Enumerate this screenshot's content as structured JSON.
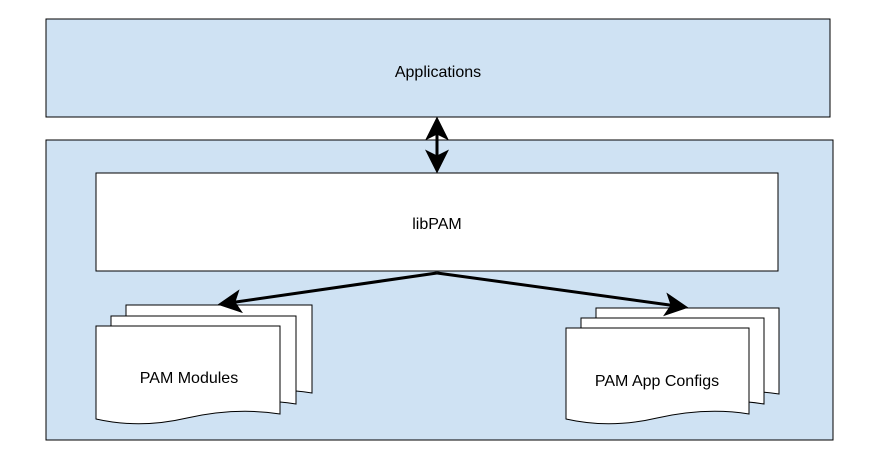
{
  "diagram": {
    "applications_label": "Applications",
    "libpam_label": "libPAM",
    "modules_label": "PAM Modules",
    "configs_label": "PAM App Configs"
  },
  "colors": {
    "box_fill": "#cfe2f3",
    "white_fill": "#ffffff",
    "stroke": "#000000"
  }
}
